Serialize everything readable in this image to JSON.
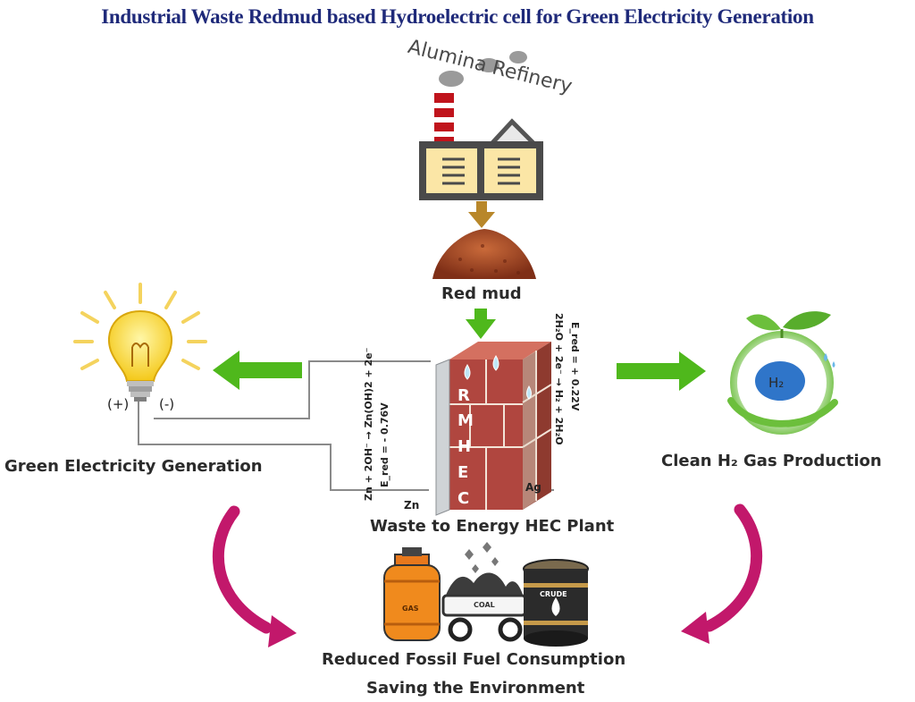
{
  "title": "Industrial Waste Redmud based Hydroelectric cell for Green Electricity Generation",
  "refinery": {
    "label": "Alumina Refinery"
  },
  "red_mud": {
    "label": "Red mud"
  },
  "cell": {
    "letters": [
      "R",
      "M",
      "H",
      "E",
      "C"
    ],
    "anode": "Zn",
    "cathode": "Ag",
    "anode_reaction": "Zn + 2OH⁻ → Zn(OH)2 + 2e⁻",
    "anode_potential": "E_red = - 0.76V",
    "cathode_reaction": "2H₂O + 2e⁻ → H₂ + 2H₂O",
    "cathode_potential": "E_red = + 0.22V",
    "plant_label": "Waste to Energy HEC Plant"
  },
  "bulb": {
    "positive": "(+)",
    "negative": "(-)",
    "label": "Green Electricity Generation"
  },
  "hydrogen": {
    "symbol": "H₂",
    "label": "Clean H₂  Gas Production"
  },
  "fossil": {
    "gas_tag": "GAS",
    "coal_tag": "COAL",
    "crude_tag": "CRUDE",
    "line1": "Reduced Fossil Fuel Consumption",
    "line2": "Saving the Environment"
  },
  "colors": {
    "title": "#1f2a7a",
    "arrow_green": "#4fb81c",
    "arrow_magenta": "#c2186b",
    "chimney_red": "#c0141c",
    "building_fill": "#fbe6a6",
    "brick": "#b0463f",
    "leaf": "#6cbf3c"
  }
}
